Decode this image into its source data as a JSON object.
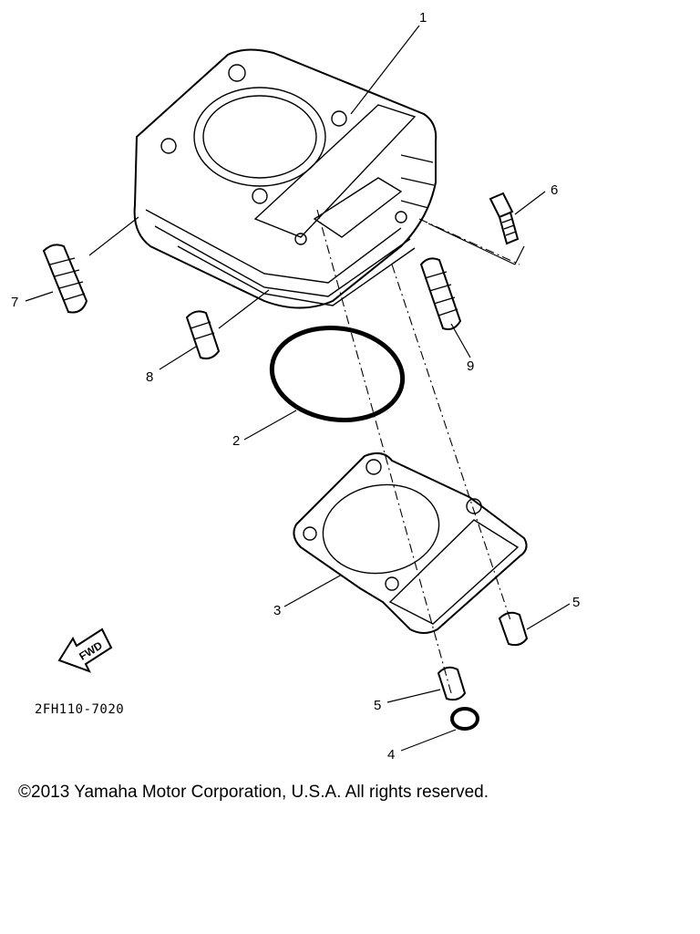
{
  "diagram": {
    "callouts": [
      "1",
      "2",
      "3",
      "4",
      "5",
      "5",
      "6",
      "7",
      "8",
      "9"
    ],
    "arrow_label": "FWD",
    "diagram_code": "2FH110-7020",
    "copyright": "©2013 Yamaha Motor Corporation, U.S.A. All rights reserved."
  }
}
